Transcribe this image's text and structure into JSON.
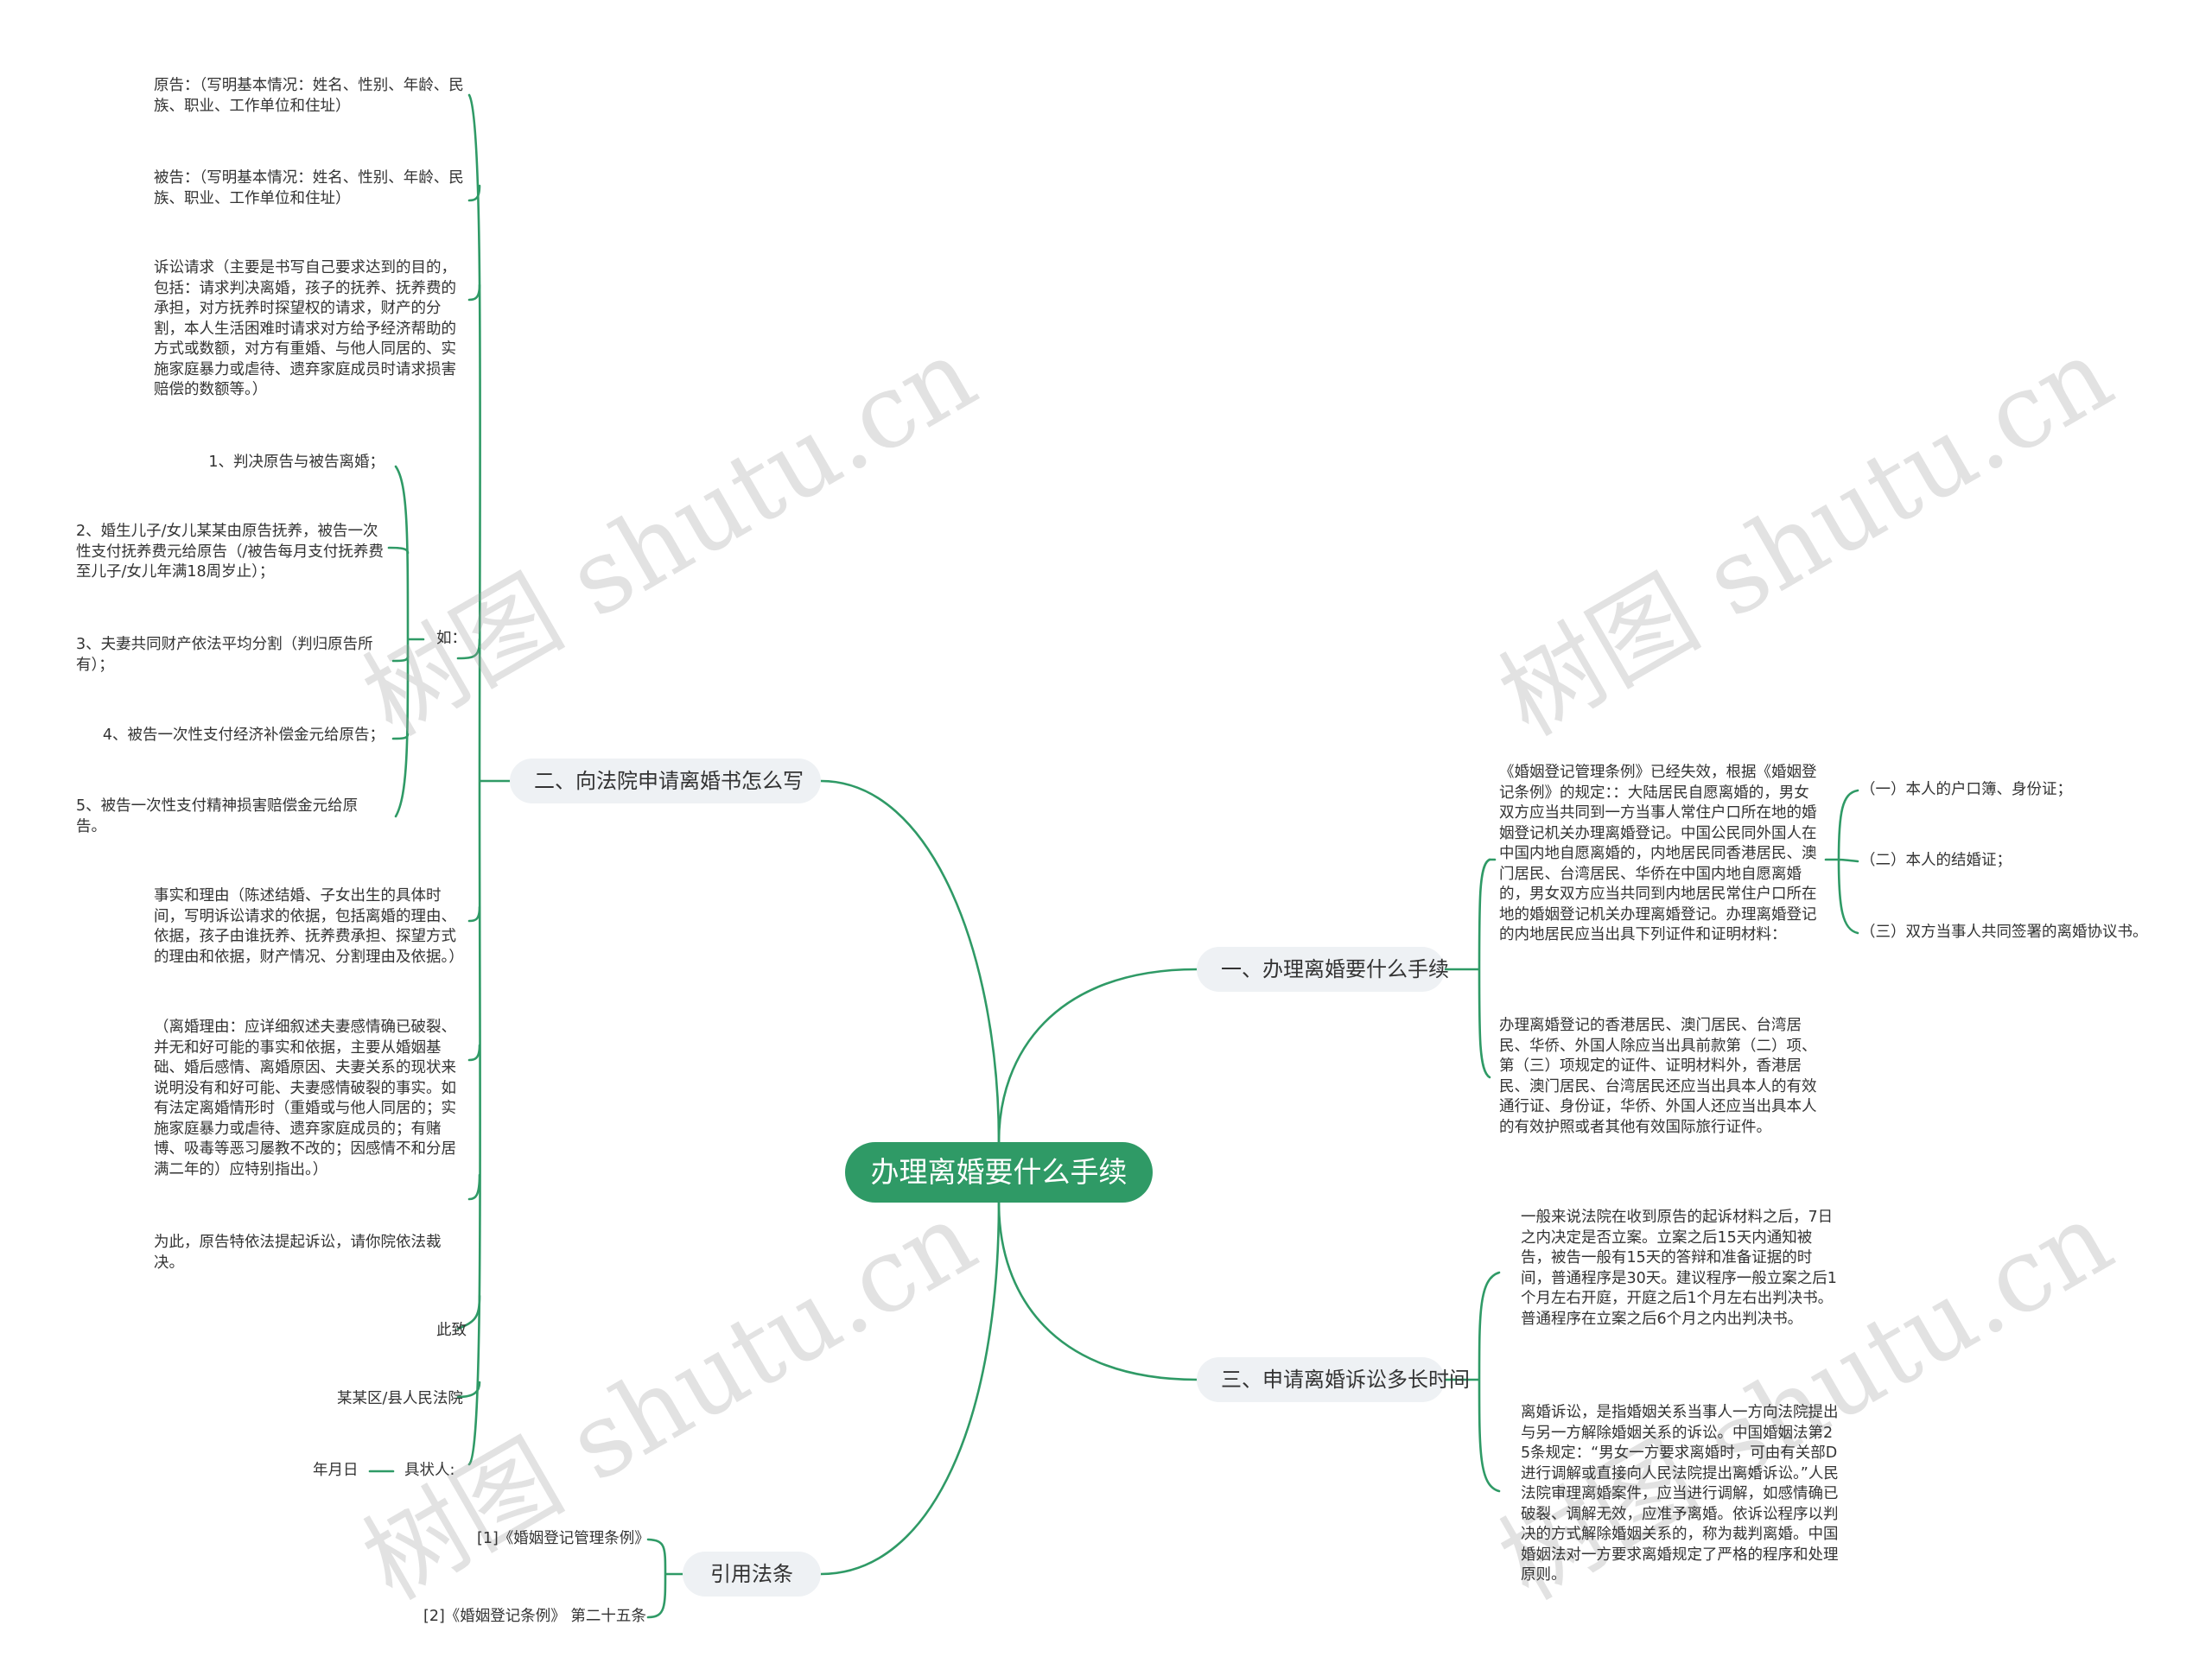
{
  "watermark": "树图 shutu.cn",
  "colors": {
    "accent": "#2f9a66",
    "branch_bg": "#eef1f4",
    "text": "#333333"
  },
  "root": {
    "label": "办理离婚要什么手续"
  },
  "branches": {
    "b1": {
      "label": "一、办理离婚要什么手续",
      "leaf1": "《婚姻登记管理条例》已经失效，根据《婚姻登记条例》的规定：：大陆居民自愿离婚的，男女双方应当共同到一方当事人常住户口所在地的婚姻登记机关办理离婚登记。中国公民同外国人在中国内地自愿离婚的，内地居民同香港居民、澳门居民、台湾居民、华侨在中国内地自愿离婚的，男女双方应当共同到内地居民常住户口所在地的婚姻登记机关办理离婚登记。办理离婚登记的内地居民应当出具下列证件和证明材料：",
      "sub": [
        "（一）本人的户口簿、身份证；",
        "（二）本人的结婚证；",
        "（三）双方当事人共同签署的离婚协议书。"
      ],
      "leaf2": "办理离婚登记的香港居民、澳门居民、台湾居民、华侨、外国人除应当出具前款第（二）项、第（三）项规定的证件、证明材料外，香港居民、澳门居民、台湾居民还应当出具本人的有效通行证、身份证，华侨、外国人还应当出具本人的有效护照或者其他有效国际旅行证件。"
    },
    "b2": {
      "label": "二、向法院申请离婚书怎么写",
      "plaintiff": "原告：（写明基本情况：姓名、性别、年龄、民族、职业、工作单位和住址）",
      "defendant": "被告：（写明基本情况：姓名、性别、年龄、民族、职业、工作单位和住址）",
      "claims": "诉讼请求（主要是书写自己要求达到的目的，包括：请求判决离婚，孩子的抚养、抚养费的承担，对方抚养时探望权的请求，财产的分割，本人生活困难时请求对方给予经济帮助的方式或数额，对方有重婚、与他人同居的、实施家庭暴力或虐待、遗弃家庭成员时请求损害赔偿的数额等。）",
      "ru_label": "如：",
      "ru_items": [
        "1、判决原告与被告离婚；",
        "2、婚生儿子/女儿某某由原告抚养，被告一次性支付抚养费元给原告（/被告每月支付抚养费至儿子/女儿年满18周岁止）；",
        "3、夫妻共同财产依法平均分割（判归原告所有）；",
        "4、被告一次性支付经济补偿金元给原告；",
        "5、被告一次性支付精神损害赔偿金元给原告。"
      ],
      "facts": "事实和理由（陈述结婚、子女出生的具体时间，写明诉讼请求的依据，包括离婚的理由、依据，孩子由谁抚养、抚养费承担、探望方式的理由和依据，财产情况、分割理由及依据。）",
      "reasons": "（离婚理由：应详细叙述夫妻感情确已破裂、并无和好可能的事实和依据，主要从婚姻基础、婚后感情、离婚原因、夫妻关系的现状来说明没有和好可能、夫妻感情破裂的事实。如有法定离婚情形时（重婚或与他人同居的；实施家庭暴力或虐待、遗弃家庭成员的；有赌博、吸毒等恶习屡教不改的；因感情不和分居满二年的）应特别指出。）",
      "conclusion": "为此，原告特依法提起诉讼，请你院依法裁决。",
      "cizhi": "此致",
      "court": "某某区/县人民法院",
      "signer": "具状人:",
      "date": "年月日"
    },
    "b3": {
      "label": "三、申请离婚诉讼多长时间",
      "leaf1": "一般来说法院在收到原告的起诉材料之后，7日之内决定是否立案。立案之后15天内通知被告，被告一般有15天的答辩和准备证据的时间，普通程序是30天。建议程序一般立案之后1个月左右开庭，开庭之后1个月左右出判决书。普通程序在立案之后6个月之内出判决书。",
      "leaf2": "离婚诉讼，是指婚姻关系当事人一方向法院提出与另一方解除婚姻关系的诉讼。中国婚姻法第25条规定：“男女一方要求离婚时，可由有关部D进行调解或直接向人民法院提出离婚诉讼。”人民法院审理离婚案件，应当进行调解，如感情确已破裂、调解无效，应准予离婚。依诉讼程序以判决的方式解除婚姻关系的，称为裁判离婚。中国婚姻法对一方要求离婚规定了严格的程序和处理原则。"
    },
    "b4": {
      "label": "引用法条",
      "refs": [
        "[1]《婚姻登记管理条例》",
        "[2]《婚姻登记条例》 第二十五条"
      ]
    }
  }
}
